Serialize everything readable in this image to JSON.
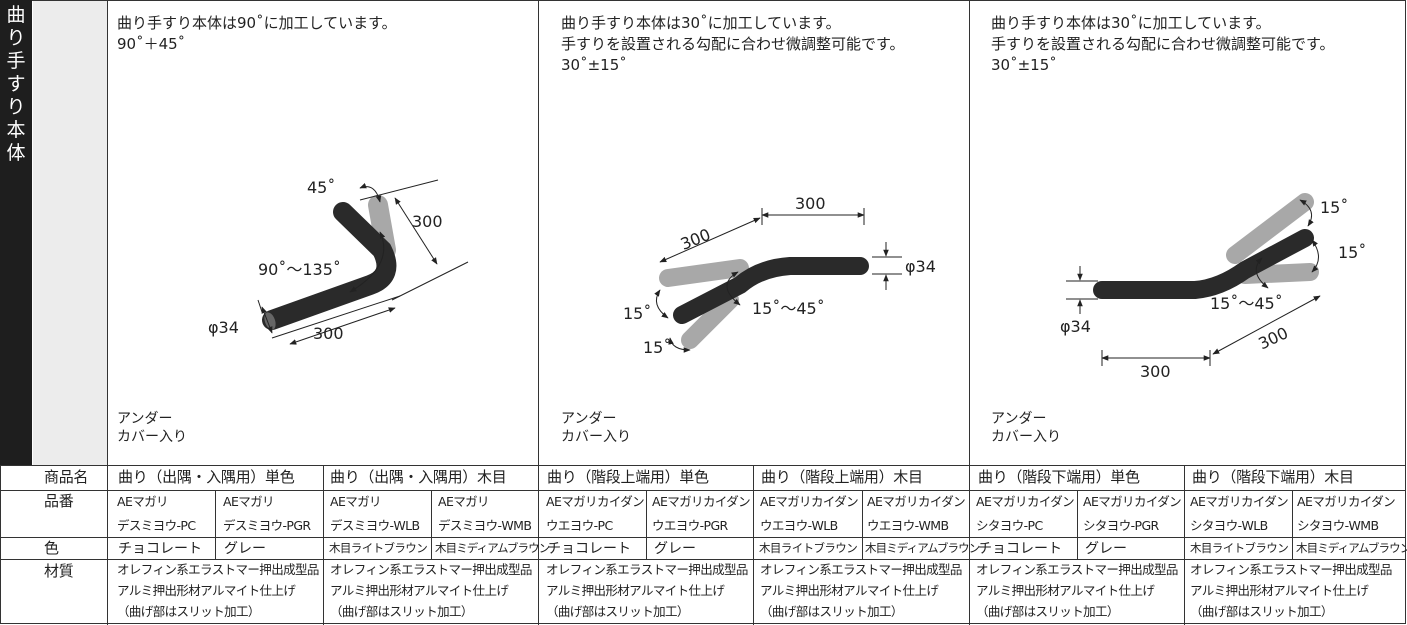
{
  "side_label": [
    "曲",
    "り",
    "手",
    "す",
    "り",
    "本",
    "体"
  ],
  "panels": [
    {
      "desc": [
        "曲り手すり本体は90˚に加工しています。",
        "90˚＋45˚"
      ],
      "under": [
        "アンダー",
        "カバー入り"
      ],
      "dims": {
        "angle1": "45˚",
        "length1": "300",
        "range": "90˚～135˚",
        "dia": "φ34",
        "length2": "300"
      }
    },
    {
      "desc": [
        "曲り手すり本体は30˚に加工しています。",
        "手すりを設置される勾配に合わせ微調整可能です。",
        "30˚±15˚"
      ],
      "under": [
        "アンダー",
        "カバー入り"
      ],
      "dims": {
        "length1": "300",
        "length2": "300",
        "dia": "φ34",
        "angle1": "15˚",
        "range": "15˚～45˚",
        "angle2": "15˚"
      }
    },
    {
      "desc": [
        "曲り手すり本体は30˚に加工しています。",
        "手すりを設置される勾配に合わせ微調整可能です。",
        "30˚±15˚"
      ],
      "under": [
        "アンダー",
        "カバー入り"
      ],
      "dims": {
        "angle1": "15˚",
        "angle2": "15˚",
        "range": "15˚～45˚",
        "dia": "φ34",
        "length1": "300",
        "length2": "300"
      }
    }
  ],
  "row_labels": [
    "商品名",
    "品番",
    "色",
    "材質"
  ],
  "product_names": [
    "曲り（出隅・入隅用）単色",
    "曲り（出隅・入隅用）木目",
    "曲り（階段上端用）単色",
    "曲り（階段上端用）木目",
    "曲り（階段下端用）単色",
    "曲り（階段下端用）木目"
  ],
  "part_numbers": [
    [
      "AEマガリ",
      "デスミヨウ-PC"
    ],
    [
      "AEマガリ",
      "デスミヨウ-PGR"
    ],
    [
      "AEマガリ",
      "デスミヨウ-WLB"
    ],
    [
      "AEマガリ",
      "デスミヨウ-WMB"
    ],
    [
      "AEマガリカイダン",
      "ウエヨウ-PC"
    ],
    [
      "AEマガリカイダン",
      "ウエヨウ-PGR"
    ],
    [
      "AEマガリカイダン",
      "ウエヨウ-WLB"
    ],
    [
      "AEマガリカイダン",
      "ウエヨウ-WMB"
    ],
    [
      "AEマガリカイダン",
      "シタヨウ-PC"
    ],
    [
      "AEマガリカイダン",
      "シタヨウ-PGR"
    ],
    [
      "AEマガリカイダン",
      "シタヨウ-WLB"
    ],
    [
      "AEマガリカイダン",
      "シタヨウ-WMB"
    ]
  ],
  "colors": [
    "チョコレート",
    "グレー",
    "木目ライトブラウン",
    "木目ミディアムブラウン",
    "チョコレート",
    "グレー",
    "木目ライトブラウン",
    "木目ミディアムブラウン",
    "チョコレート",
    "グレー",
    "木目ライトブラウン",
    "木目ミディアムブラウン"
  ],
  "material": [
    "オレフィン系エラストマー押出成型品",
    "アルミ押出形材アルマイト仕上げ",
    "（曲げ部はスリット加工）"
  ],
  "palette": {
    "dark_tube": "#2a2a2a",
    "gray_tube": "#a8a8a8",
    "side_bg": "#1e1e1e",
    "grid": "#333333"
  }
}
